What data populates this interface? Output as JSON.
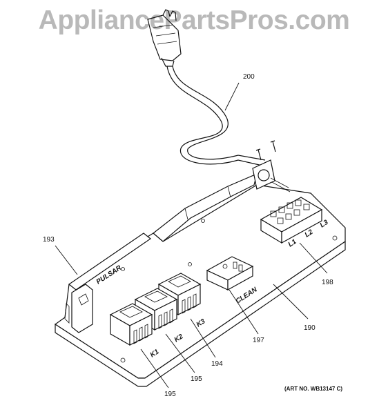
{
  "watermark": "AppliancePartsPros.com",
  "board_labels": {
    "pulsar": "PULSAR",
    "clean": "CLEAN",
    "k1": "K1",
    "k2": "K2",
    "k3": "K3",
    "l1": "L1",
    "l2": "L2",
    "l3": "L3"
  },
  "callouts": {
    "c200": "200",
    "c193": "193",
    "c198": "198",
    "c190": "190",
    "c197": "197",
    "c194": "194",
    "c195a": "195",
    "c195b": "195"
  },
  "art_number": "(ART NO. WB13147 C)"
}
